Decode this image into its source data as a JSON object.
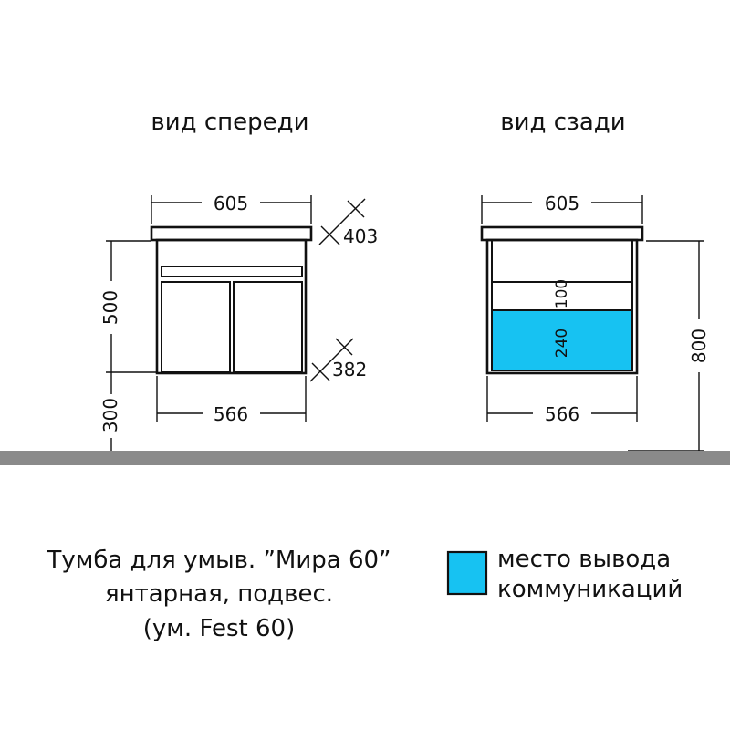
{
  "views": {
    "front_title": "вид спереди",
    "back_title": "вид сзади"
  },
  "dims": {
    "front_top_width": "605",
    "front_depth_top": "403",
    "front_height": "500",
    "front_depth_bottom": "382",
    "front_mount": "300",
    "front_bottom_width": "566",
    "back_top_width": "605",
    "back_zone1": "100",
    "back_zone2": "240",
    "back_total": "800",
    "back_bottom_width": "566"
  },
  "caption": {
    "line1": "Тумба для умыв. ”Мира 60”",
    "line2": "янтарная, подвес.",
    "line3": "(ум. Fest 60)"
  },
  "legend": {
    "label_line1": "место вывода",
    "label_line2": "коммуникаций",
    "swatch_color": "#17c2f2"
  },
  "colors": {
    "floor": "#8a8a8a",
    "outline": "#111111"
  }
}
